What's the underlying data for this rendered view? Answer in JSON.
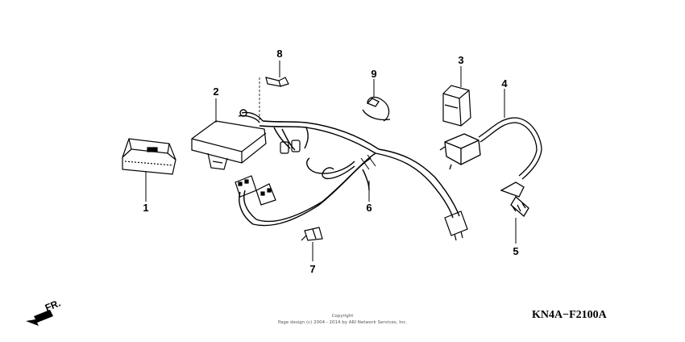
{
  "diagram_code": "KN4A−F2100A",
  "copyright_line1": "Copyright",
  "copyright_line2": "Page design (c) 2004 - 2014 by ARI Network Services, Inc.",
  "front_label": "FR.",
  "callouts": {
    "p1": "1",
    "p2": "2",
    "p3": "3",
    "p4": "4",
    "p5": "5",
    "p6": "6",
    "p7": "7",
    "p8": "8",
    "p9": "9"
  }
}
